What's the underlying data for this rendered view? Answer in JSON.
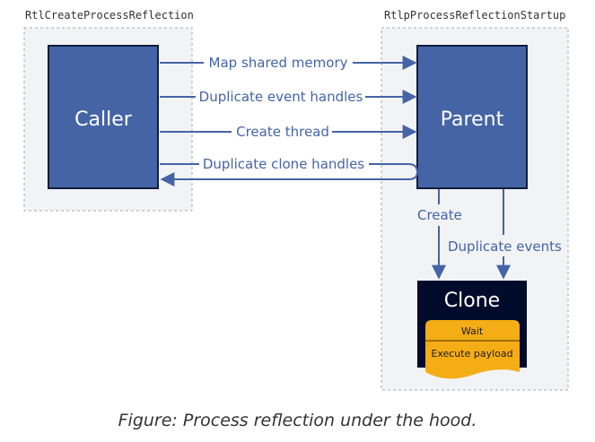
{
  "diagram": {
    "left_group_label": "RtlCreateProcessReflection",
    "right_group_label": "RtlpProcessReflectionStartup",
    "caller_label": "Caller",
    "parent_label": "Parent",
    "clone_label": "Clone",
    "clone_steps": [
      "Wait",
      "Execute payload"
    ],
    "edges": {
      "map_shared_memory": "Map shared memory",
      "duplicate_event_handles": "Duplicate event handles",
      "create_thread": "Create thread",
      "duplicate_clone_handles": "Duplicate clone handles",
      "create": "Create",
      "duplicate_events": "Duplicate events"
    }
  },
  "caption": "Figure: Process reflection under the hood.",
  "colors": {
    "node_fill": "#4564a6",
    "node_text": "#ffffff",
    "edge": "#4564a6",
    "edge_label": "#4564a6",
    "group_border": "#a8a8a8",
    "group_fill": "#f2f3f5",
    "clone_fill": "#000b2b",
    "step_fill": "#f5ad16",
    "step_text": "#1b1b1b"
  }
}
